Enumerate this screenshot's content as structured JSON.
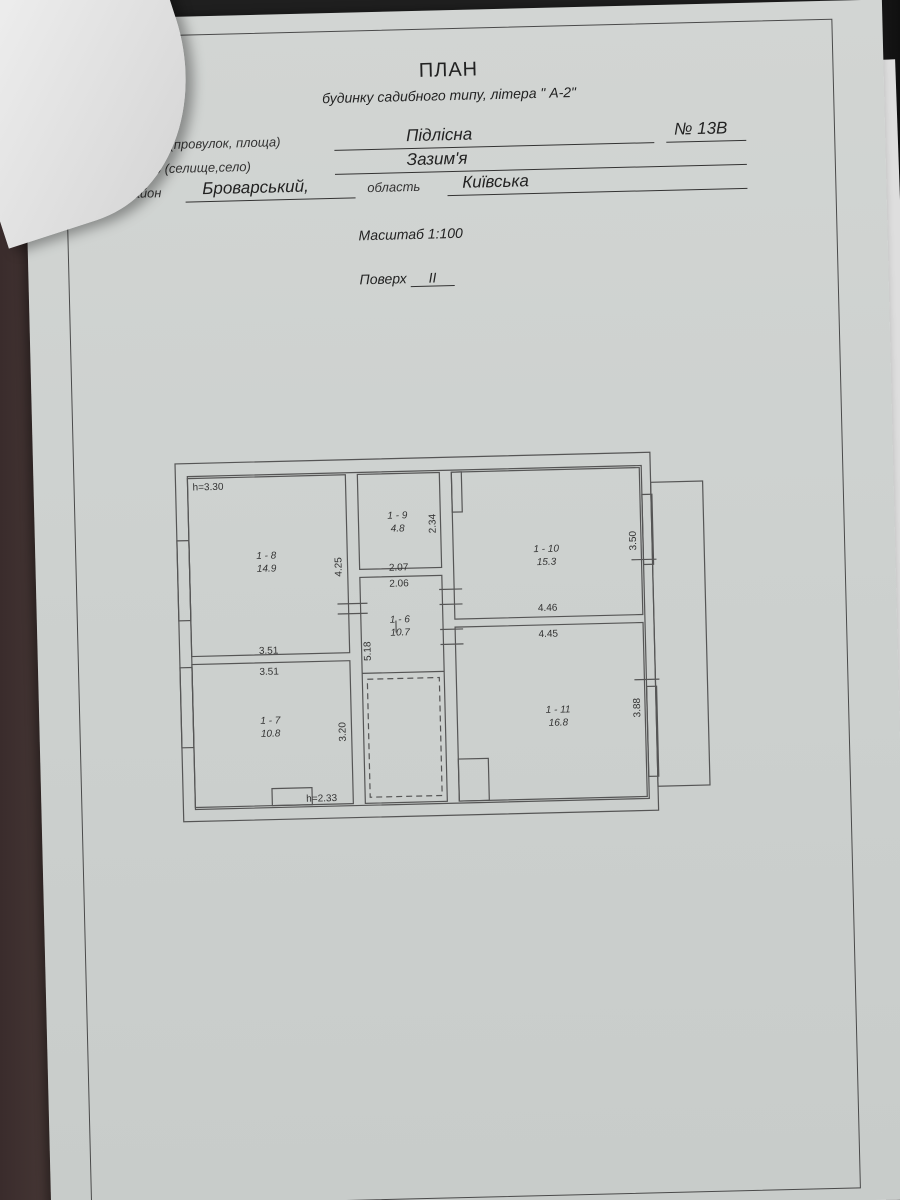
{
  "header": {
    "title": "ПЛАН",
    "subtitle": "будинку садибного типу, літера \" А-2\""
  },
  "address": {
    "street_label": "вулиця (провулок, площа)",
    "street_value": "Підлісна",
    "number": "№ 13В",
    "city_label": "місто (селище,село)",
    "city_value": "Зазим'я",
    "district_label": "район",
    "district_value": "Броварський,",
    "region_label": "область",
    "region_value": "Київська"
  },
  "scale": "Масштаб 1:100",
  "floor": {
    "label": "Поверх",
    "value": "II"
  },
  "plan": {
    "rooms": [
      {
        "id": "1 - 8",
        "area": "14.9"
      },
      {
        "id": "1 - 9",
        "area": "4.8"
      },
      {
        "id": "1 - 10",
        "area": "15.3"
      },
      {
        "id": "1 - 6",
        "area": "10.7"
      },
      {
        "id": "1 - 7",
        "area": "10.8"
      },
      {
        "id": "1 - 11",
        "area": "16.8"
      }
    ],
    "dimensions": {
      "h_top": "h=3.30",
      "h_bottom": "h=2.33",
      "d_425": "4.25",
      "d_234": "2.34",
      "d_207": "2.07",
      "d_206": "2.06",
      "d_350": "3.50",
      "d_446": "4.46",
      "d_445": "4.45",
      "d_351a": "3.51",
      "d_351b": "3.51",
      "d_518": "5.18",
      "d_320": "3.20",
      "d_388": "3.88"
    }
  }
}
